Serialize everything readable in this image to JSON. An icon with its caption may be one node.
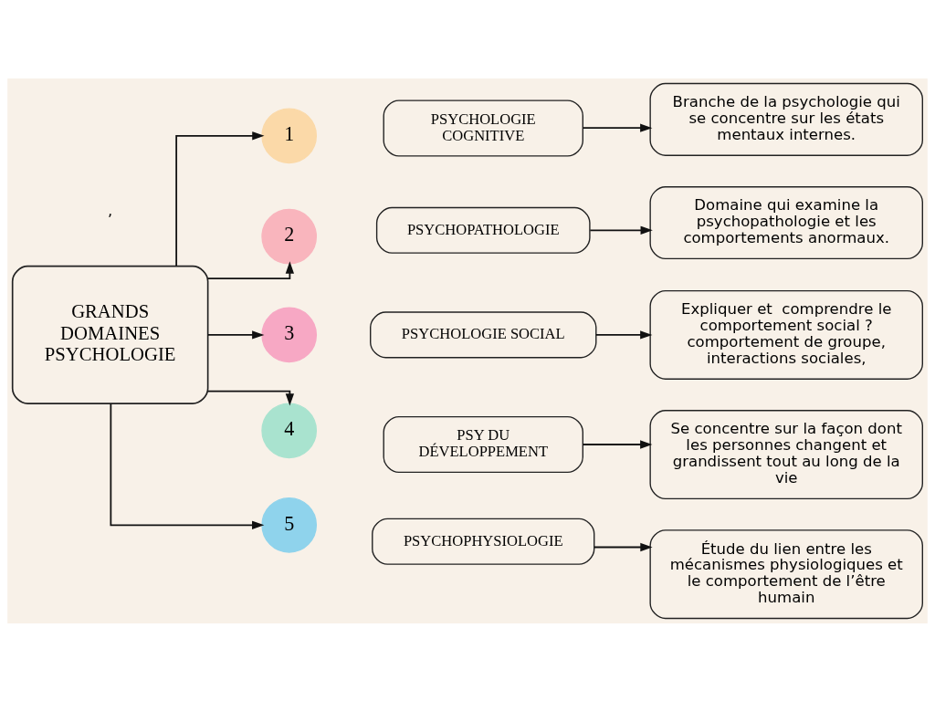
{
  "diagram": {
    "nodes": [
      {
        "text": [
          "GRANDS DOMAINES PSYCHOLOGIE"
        ]
      },
      {
        "text": [
          "1"
        ]
      },
      {
        "text": [
          "PSYCHOLOGIE COGNITIVE"
        ]
      },
      {
        "text": [
          "Branche de la psychologie qui se concentre sur les états mentaux internes."
        ]
      },
      {
        "text": [
          "2"
        ]
      },
      {
        "text": [
          "PSYCHOPATHOLOGIE"
        ]
      },
      {
        "text": [
          "Domaine qui examine la psychopathologie et les comportements anormaux."
        ]
      },
      {
        "text": [
          "3"
        ]
      },
      {
        "text": [
          "PSYCHOLOGIE SOCIAL"
        ]
      },
      {
        "text": [
          "Expliquer et  comprendre le comportement social ? comportement de groupe, interactions sociales,"
        ]
      },
      {
        "text": [
          "4"
        ]
      },
      {
        "text": [
          "PSY DU DÉVELOPPEMENT"
        ]
      },
      {
        "text": [
          "Se concentre sur la façon dont les personnes changent et grandissent tout au long de la vie"
        ]
      },
      {
        "text": [
          "5"
        ]
      },
      {
        "text": [
          "PSYCHOPHYSIOLOGIE"
        ]
      },
      {
        "text": [
          "Étude du lien entre les mécanismes physiologiques et le comportement de l’être humain"
        ]
      }
    ],
    "edges": [
      {
        "from": 0,
        "to": 1,
        "arrow": "to"
      },
      {
        "from": 0,
        "to": 4,
        "arrow": "to"
      },
      {
        "from": 0,
        "to": 7,
        "arrow": "to"
      },
      {
        "from": 0,
        "to": 10,
        "arrow": "to"
      },
      {
        "from": 0,
        "to": 13,
        "arrow": "to"
      },
      {
        "from": 2,
        "to": 3,
        "arrow": "to"
      },
      {
        "from": 5,
        "to": 6,
        "arrow": "to"
      },
      {
        "from": 8,
        "to": 9,
        "arrow": "to"
      },
      {
        "from": 11,
        "to": 12,
        "arrow": "to"
      },
      {
        "from": 14,
        "to": 15,
        "arrow": "to"
      }
    ],
    "labels": [
      ","
    ]
  }
}
